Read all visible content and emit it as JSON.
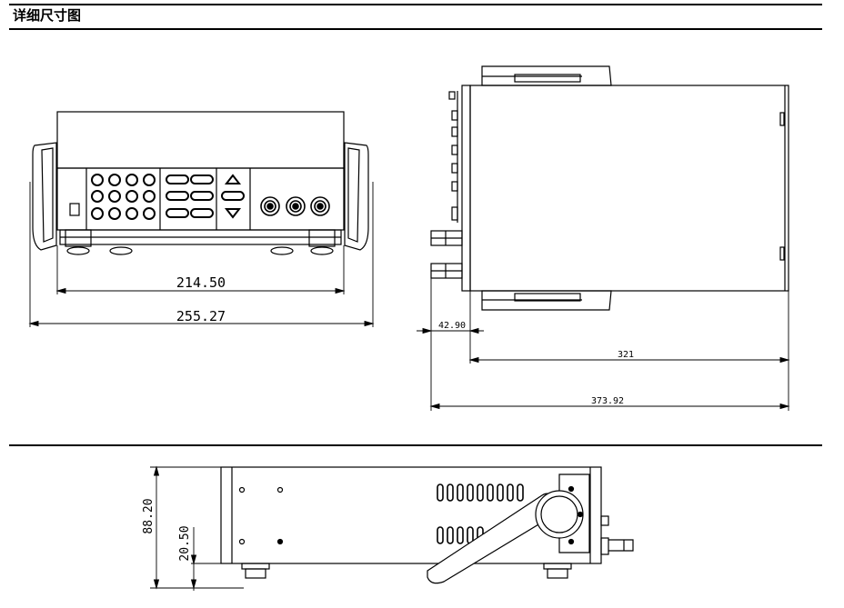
{
  "header": {
    "title": "详细尺寸图"
  },
  "front_view": {
    "dims": {
      "width_body": "214.50",
      "width_total": "255.27"
    }
  },
  "side_view": {
    "dims": {
      "rear_protrusion": "42.90",
      "depth_body": "321",
      "depth_total": "373.92"
    }
  },
  "profile_view": {
    "dims": {
      "height_total": "88.20",
      "foot_height": "20.50"
    }
  }
}
